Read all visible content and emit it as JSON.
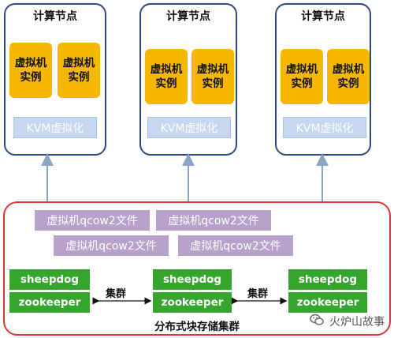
{
  "compute_nodes": [
    {
      "title": "计算节点",
      "vms": [
        "虚拟机实例",
        "虚拟机实例"
      ],
      "hypervisor": "KVM虚拟化"
    },
    {
      "title": "计算节点",
      "vms": [
        "虚拟机实例",
        "虚拟机实例"
      ],
      "hypervisor": "KVM虚拟化"
    },
    {
      "title": "计算节点",
      "vms": [
        "虚拟机实例",
        "虚拟机实例"
      ],
      "hypervisor": "KVM虚拟化"
    }
  ],
  "storage_cluster": {
    "files": [
      "虚拟机qcow2文件",
      "虚拟机qcow2文件",
      "虚拟机qcow2文件",
      "虚拟机qcow2文件"
    ],
    "nodes": [
      {
        "sheepdog": "sheepdog",
        "zookeeper": "zookeeper"
      },
      {
        "sheepdog": "sheepdog",
        "zookeeper": "zookeeper"
      },
      {
        "sheepdog": "sheepdog",
        "zookeeper": "zookeeper"
      }
    ],
    "link_labels": [
      "集群",
      "集群"
    ],
    "caption": "分布式块存储集群"
  },
  "watermark": "火炉山故事",
  "colors": {
    "node_border": "#2e4a82",
    "vm_fill": "#f5b700",
    "kvm_fill": "#c6d7ef",
    "cluster_border": "#e03434",
    "file_fill": "#b8a2cc",
    "daemon_fill": "#35a52e",
    "arrow": "#8aa4c8"
  }
}
